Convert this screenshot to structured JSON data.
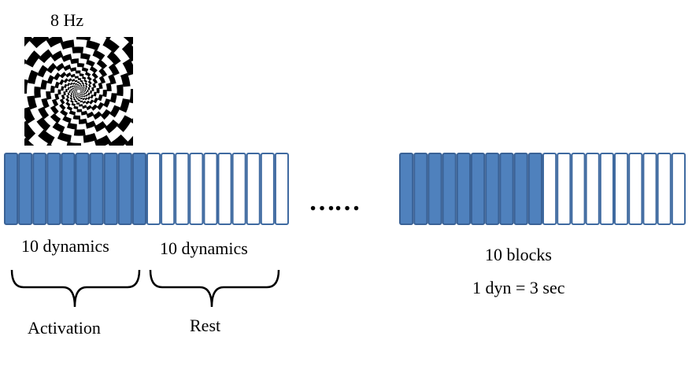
{
  "stimulus_label": "8 Hz",
  "activation_label": "10 dynamics",
  "rest_label": "10 dynamics",
  "ellipsis": "……",
  "blocks_label": "10 blocks",
  "timing_label": "1 dyn = 3 sec",
  "activation_brace_label": "Activation",
  "rest_brace_label": "Rest",
  "block_structure": {
    "activation_dynamics": 10,
    "rest_dynamics": 10
  },
  "colors": {
    "active": "#4f81bd",
    "active_border": "#3a6296",
    "rest": "#ffffff",
    "rest_border": "#3f6aa0"
  }
}
